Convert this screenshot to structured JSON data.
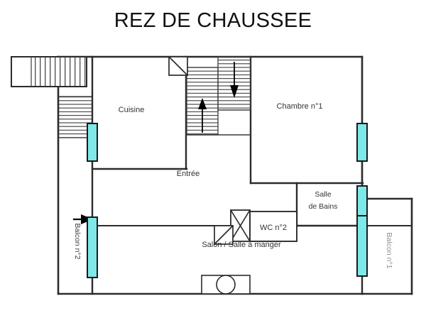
{
  "page": {
    "title": "REZ DE CHAUSSEE",
    "background_color": "#ffffff",
    "wall_color": "#2b2b2b",
    "window_fill_color": "#7FE8E8",
    "window_stroke_color": "#1a1a1a",
    "text_color": "#333333",
    "watermark_color": "#8d8d93"
  },
  "rooms": [
    {
      "id": "cuisine",
      "label": "Cuisine"
    },
    {
      "id": "chambre-1",
      "label": "Chambre n°1"
    },
    {
      "id": "salle-de-bains",
      "label_line1": "Salle",
      "label_line2": "de Bains"
    },
    {
      "id": "wc-2",
      "label": "WC n°2"
    },
    {
      "id": "entree",
      "label": "Entrée"
    },
    {
      "id": "salon",
      "label": "Salon / Salle à manger"
    },
    {
      "id": "balcon-2",
      "label": "Balcon n°2"
    },
    {
      "id": "balcon-1",
      "label": "Balcon n°1"
    }
  ],
  "labels": {
    "cuisine": "Cuisine",
    "chambre_1": "Chambre n°1",
    "salle_de_bains_line1": "Salle",
    "salle_de_bains_line2": "de Bains",
    "wc_2": "WC n°2",
    "entree": "Entrée",
    "salon": "Salon / Salle à manger",
    "balcon_2": "Balcon n°2",
    "balcon_1": "Balcon n°1"
  },
  "symbols": {
    "stair_up_arrow": "stair-up-arrow",
    "stair_down_arrow": "stair-down-arrow",
    "entry_arrow": "entry-arrow",
    "door_swing": "door-swing",
    "closet_cross": "closet-cross",
    "window": "window-opening",
    "fixture_circle": "fixture-circle"
  },
  "counts": {
    "windows": 5,
    "staircases": 2,
    "balconies": 2,
    "bedrooms": 1
  }
}
